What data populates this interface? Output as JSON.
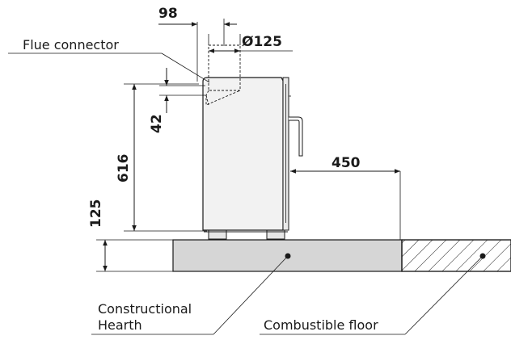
{
  "labels": {
    "flue_connector": "Flue connector",
    "hearth_line1": "Constructional",
    "hearth_line2": "Hearth",
    "combustible_floor": "Combustible floor"
  },
  "dimensions": {
    "flue_offset": "98",
    "flue_diameter": "Ø125",
    "flue_drop": "42",
    "flue_height": "616",
    "hearth_height": "125",
    "clearance": "450"
  },
  "colors": {
    "stove_fill": "#f2f2f2",
    "hearth_fill": "#d6d6d6",
    "line": "#1a1a1a"
  }
}
